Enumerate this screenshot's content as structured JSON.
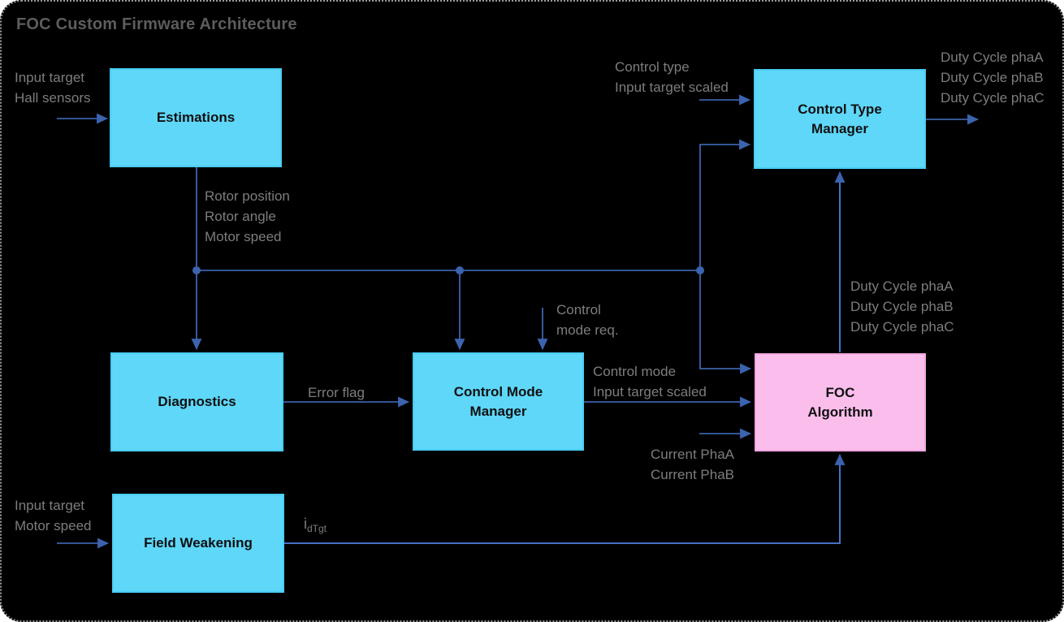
{
  "title": "FOC Custom Firmware Architecture",
  "nodes": {
    "estimations": {
      "label": "Estimations"
    },
    "control_type_manager": {
      "line1": "Control Type",
      "line2": "Manager"
    },
    "diagnostics": {
      "label": "Diagnostics"
    },
    "control_mode_manager": {
      "line1": "Control Mode",
      "line2": "Manager"
    },
    "foc_algorithm": {
      "line1": "FOC",
      "line2": "Algorithm"
    },
    "field_weakening": {
      "label": "Field Weakening"
    }
  },
  "labels": {
    "estimations_inputs": [
      "Input target",
      "Hall sensors"
    ],
    "ctm_inputs": [
      "Control type",
      "Input target scaled"
    ],
    "duty_cycle_outputs": [
      "Duty Cycle phaA",
      "Duty Cycle phaB",
      "Duty Cycle phaC"
    ],
    "estimations_outputs": [
      "Rotor position",
      "Rotor angle",
      "Motor speed"
    ],
    "control_mode_request": [
      "Control",
      "mode req."
    ],
    "cmm_outputs": [
      "Control mode",
      "Input target scaled"
    ],
    "error_flag": "Error flag",
    "current_inputs": [
      "Current PhaA",
      "Current PhaB"
    ],
    "foc_duty_outputs": [
      "Duty Cycle phaA",
      "Duty Cycle phaB",
      "Duty Cycle phaC"
    ],
    "field_weakening_inputs": [
      "Input target",
      "Motor speed"
    ],
    "id_target": {
      "base": "i",
      "sub": "dTgt"
    }
  },
  "colors": {
    "background": "#000000",
    "node_fill": "#5ed7f9",
    "node_border": "#49cdf2",
    "foc_fill": "#fbbeec",
    "foc_border": "#f2a6de",
    "wire": "#4472c4",
    "arrowhead": "#3b63ae",
    "label_text": "#7d7d7d",
    "title_text": "#5d5d5d"
  }
}
